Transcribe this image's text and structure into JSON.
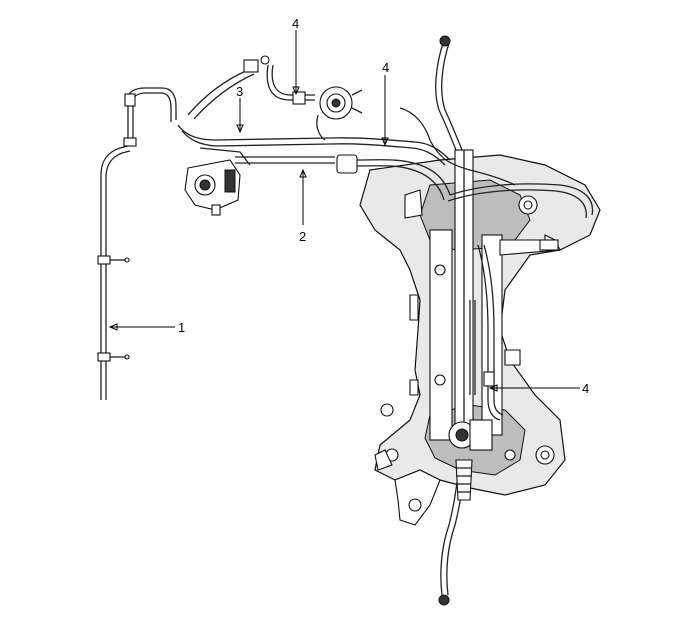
{
  "figure": {
    "callouts": [
      {
        "id": "label-1",
        "text": "1"
      },
      {
        "id": "label-2",
        "text": "2"
      },
      {
        "id": "label-3",
        "text": "3"
      },
      {
        "id": "label-4-top",
        "text": "4"
      },
      {
        "id": "label-4-right",
        "text": "4"
      },
      {
        "id": "label-4-lower",
        "text": "4"
      }
    ]
  }
}
